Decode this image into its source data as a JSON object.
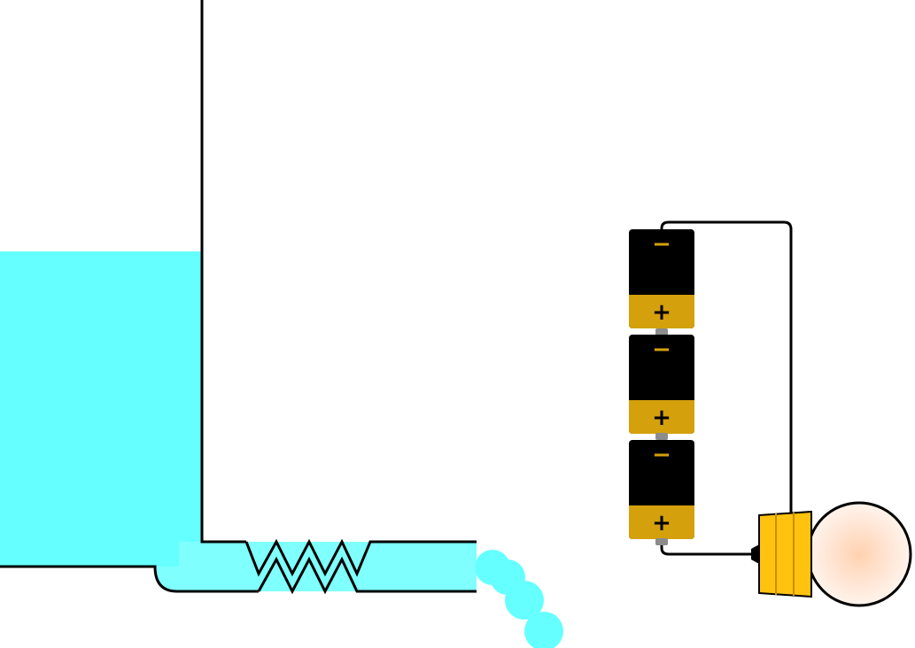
{
  "colors": {
    "water": "#66ffff",
    "water_pipe": "#80ffff",
    "outline": "#000000",
    "battery_body": "#000000",
    "battery_cap": "#d4a00c",
    "battery_nub": "#8c8c8c",
    "bulb_base": "#ffc20e",
    "bulb_glass": "#fff2e6",
    "bulb_glow": "#ffd5b8"
  },
  "water_circuit": {
    "tank": {
      "label": "",
      "icon": "water-tank"
    },
    "resistor": {
      "icon": "zigzag-resistor"
    },
    "outflow_drops": 4
  },
  "electric_circuit": {
    "batteries": [
      {
        "negative_label": "−",
        "positive_label": "+"
      },
      {
        "negative_label": "−",
        "positive_label": "+"
      },
      {
        "negative_label": "−",
        "positive_label": "+"
      }
    ],
    "bulb": {
      "icon": "light-bulb",
      "lit": true
    }
  }
}
